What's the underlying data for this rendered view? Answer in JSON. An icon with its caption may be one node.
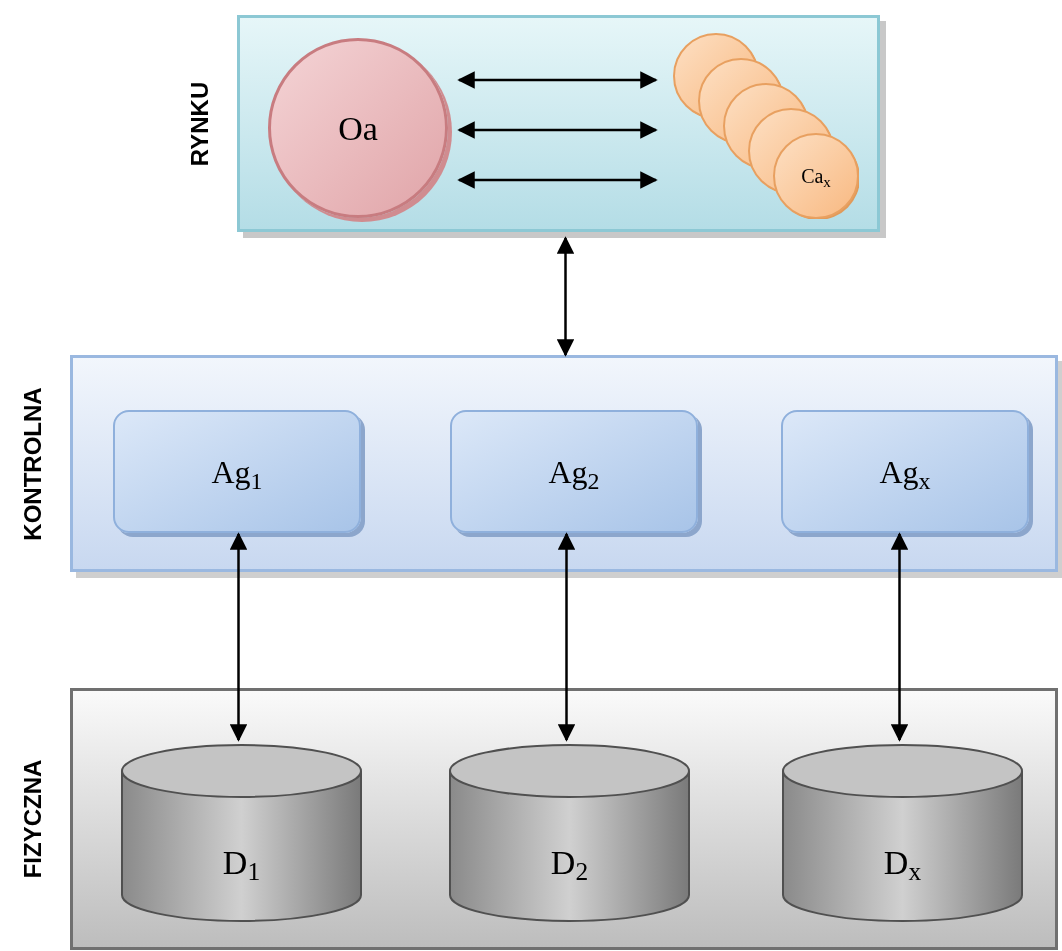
{
  "diagram": {
    "nodes": [
      {
        "text": [
          "RYNKU"
        ]
      },
      {
        "text": [
          "Oa"
        ],
        "in": 0
      },
      {
        "text": [
          "Ca$_{x}$"
        ],
        "in": 0
      },
      {
        "text": [
          "KONTROLNA"
        ]
      },
      {
        "text": [
          "Ag$_{1}$"
        ],
        "in": 3
      },
      {
        "text": [
          "Ag$_{2}$"
        ],
        "in": 3
      },
      {
        "text": [
          "Ag$_{x}$"
        ],
        "in": 3
      },
      {
        "text": [
          "FIZYCZNA"
        ]
      },
      {
        "text": [
          "D$_{1}$"
        ],
        "in": 7
      },
      {
        "text": [
          "D$_{2}$"
        ],
        "in": 7
      },
      {
        "text": [
          "D$_{x}$"
        ],
        "in": 7
      }
    ],
    "edges": [
      {
        "from": 1,
        "to": 2,
        "arrow": "both"
      },
      {
        "from": 1,
        "to": 2,
        "arrow": "both"
      },
      {
        "from": 1,
        "to": 2,
        "arrow": "both"
      },
      {
        "from": 0,
        "to": 3,
        "arrow": "both"
      },
      {
        "from": 4,
        "to": 8,
        "arrow": "both"
      },
      {
        "from": 5,
        "to": 9,
        "arrow": "both"
      },
      {
        "from": 6,
        "to": 10,
        "arrow": "both"
      }
    ]
  }
}
